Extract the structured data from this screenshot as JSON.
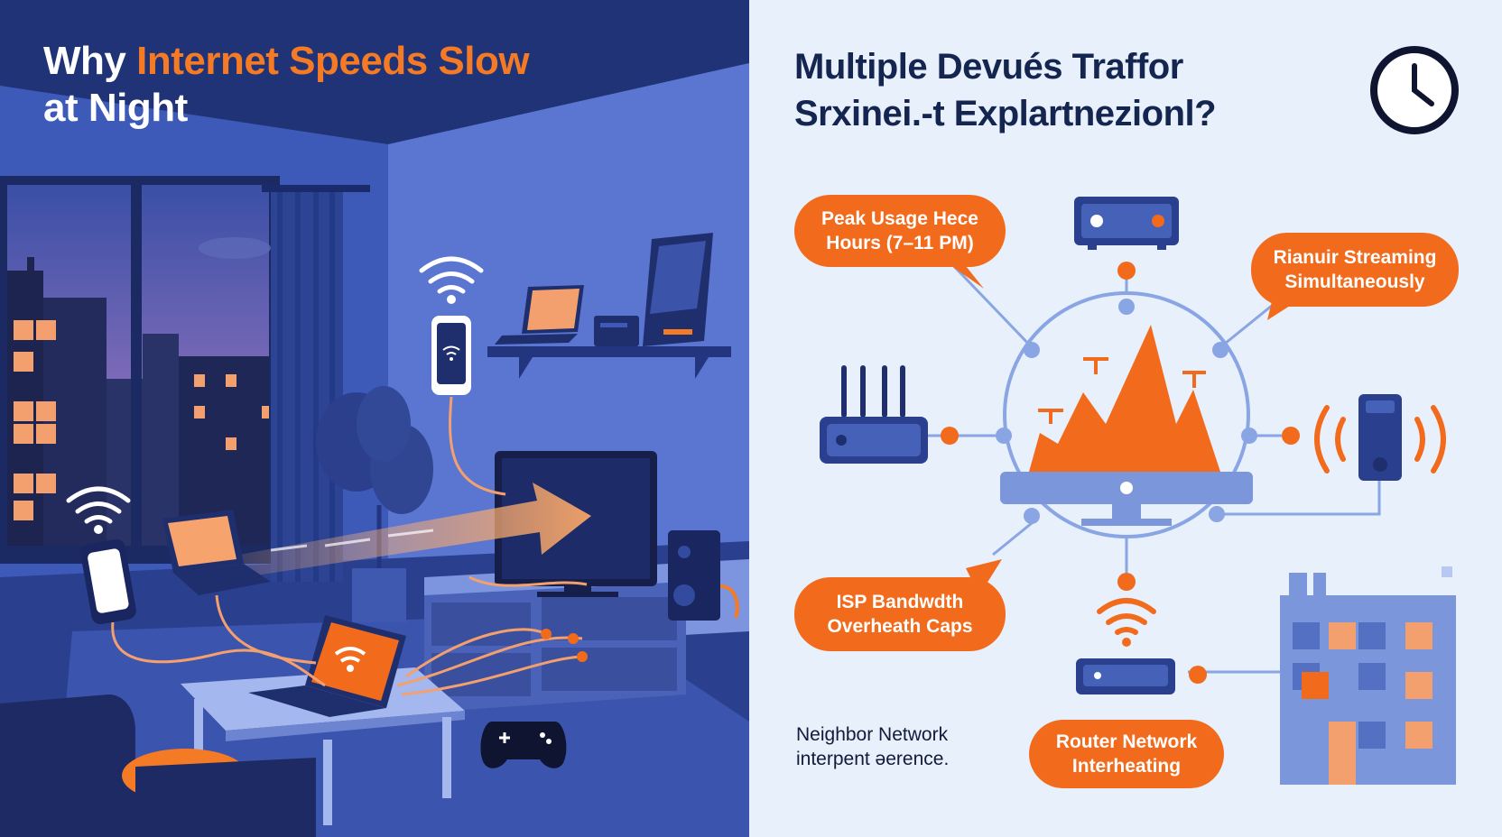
{
  "left_panel": {
    "title_prefix": "Why ",
    "title_highlight": "Internet Speeds Slow",
    "title_line2": "at Night"
  },
  "right_panel": {
    "title_line1": "Multiple Devués Traffor",
    "title_line2": "Srxinei.-t Explartnezionl?",
    "callouts": {
      "peak_usage": [
        "Peak Usage Hece",
        "Hours (7–11 PM)"
      ],
      "streaming": [
        "Rianuir Streaming",
        "Simultaneously"
      ],
      "isp_caps": [
        "ISP Bandwdth",
        "Overheath Caps"
      ],
      "router": [
        "Router Network",
        "Interheating"
      ],
      "neighbor": [
        "Neighbor Network",
        "interpent əerence."
      ]
    }
  },
  "icons": [
    "clock-icon",
    "wifi-icon",
    "router-icon",
    "speaker-icon",
    "game-controller-icon",
    "building-icon",
    "laptop-icon",
    "phone-icon",
    "tv-icon",
    "monitor-icon",
    "traffic-peak-chart"
  ],
  "colors": {
    "accent": "#f26b1d",
    "dark_navy": "#1f3376",
    "panel_light": "#e8f0fc",
    "node_blue": "#6d8bd6"
  }
}
